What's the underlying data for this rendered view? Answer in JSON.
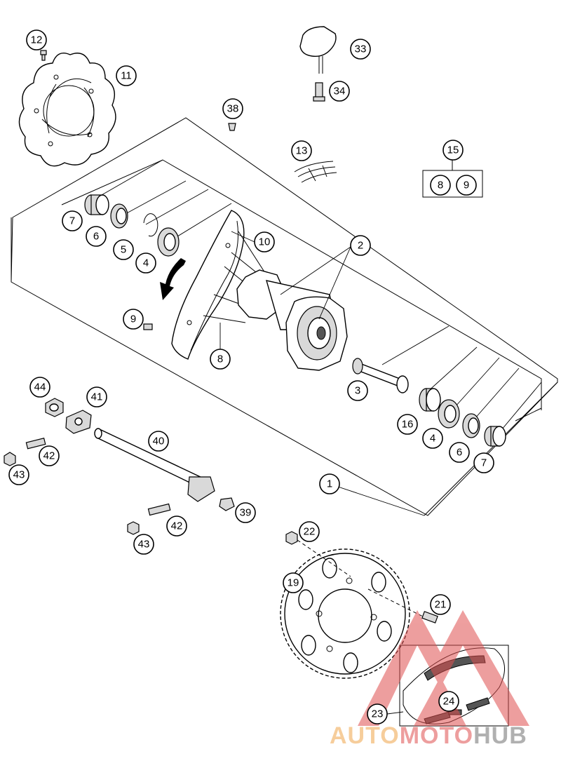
{
  "diagram": {
    "callouts": [
      {
        "id": "c12",
        "label": "12"
      },
      {
        "id": "c11",
        "label": "11"
      },
      {
        "id": "c33",
        "label": "33"
      },
      {
        "id": "c34",
        "label": "34"
      },
      {
        "id": "c38",
        "label": "38"
      },
      {
        "id": "c13",
        "label": "13"
      },
      {
        "id": "c15",
        "label": "15"
      },
      {
        "id": "c8a",
        "label": "8"
      },
      {
        "id": "c9a",
        "label": "9"
      },
      {
        "id": "c7a",
        "label": "7"
      },
      {
        "id": "c6a",
        "label": "6"
      },
      {
        "id": "c5",
        "label": "5"
      },
      {
        "id": "c4a",
        "label": "4"
      },
      {
        "id": "c10",
        "label": "10"
      },
      {
        "id": "c2",
        "label": "2"
      },
      {
        "id": "c9b",
        "label": "9"
      },
      {
        "id": "c8b",
        "label": "8"
      },
      {
        "id": "c3",
        "label": "3"
      },
      {
        "id": "c16",
        "label": "16"
      },
      {
        "id": "c4b",
        "label": "4"
      },
      {
        "id": "c6b",
        "label": "6"
      },
      {
        "id": "c7b",
        "label": "7"
      },
      {
        "id": "c1",
        "label": "1"
      },
      {
        "id": "c44",
        "label": "44"
      },
      {
        "id": "c41",
        "label": "41"
      },
      {
        "id": "c40",
        "label": "40"
      },
      {
        "id": "c42a",
        "label": "42"
      },
      {
        "id": "c43a",
        "label": "43"
      },
      {
        "id": "c39",
        "label": "39"
      },
      {
        "id": "c42b",
        "label": "42"
      },
      {
        "id": "c43b",
        "label": "43"
      },
      {
        "id": "c22",
        "label": "22"
      },
      {
        "id": "c19",
        "label": "19"
      },
      {
        "id": "c21",
        "label": "21"
      },
      {
        "id": "c24",
        "label": "24"
      },
      {
        "id": "c23",
        "label": "23"
      }
    ]
  },
  "watermark": {
    "part1": "AUTO",
    "part2": "MOTO",
    "part3": "HUB",
    "colors": {
      "auto": "#f0a64a",
      "moto": "#e05050",
      "hub": "#707070",
      "logo": "#e05050"
    }
  }
}
